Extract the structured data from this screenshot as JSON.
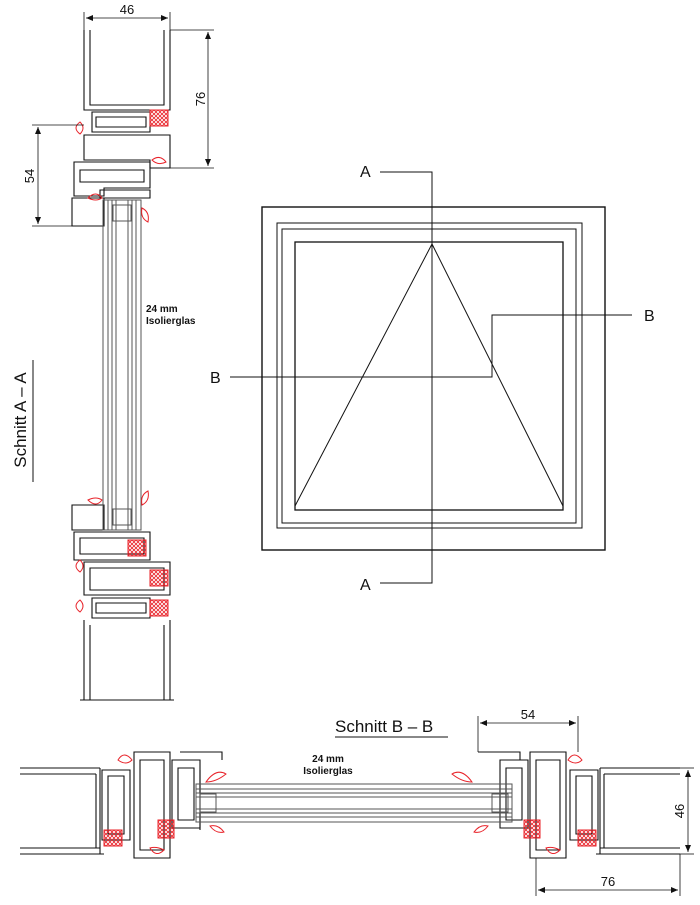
{
  "section_aa": {
    "title": "Schnitt A – A",
    "dim_width": "46",
    "dim_height_top": "76",
    "dim_height_left": "54",
    "glass_thickness": "24 mm",
    "glass_type": "Isolierglas"
  },
  "section_bb": {
    "title": "Schnitt B – B",
    "dim_top": "54",
    "dim_right": "46",
    "dim_bottom": "76",
    "glass_thickness": "24 mm",
    "glass_type": "Isolierglas"
  },
  "elevation": {
    "cut_a_top": "A",
    "cut_a_bottom": "A",
    "cut_b_left": "B",
    "cut_b_right": "B"
  },
  "colors": {
    "line": "#111111",
    "gasket": "#e8232a",
    "glass": "#555555"
  }
}
